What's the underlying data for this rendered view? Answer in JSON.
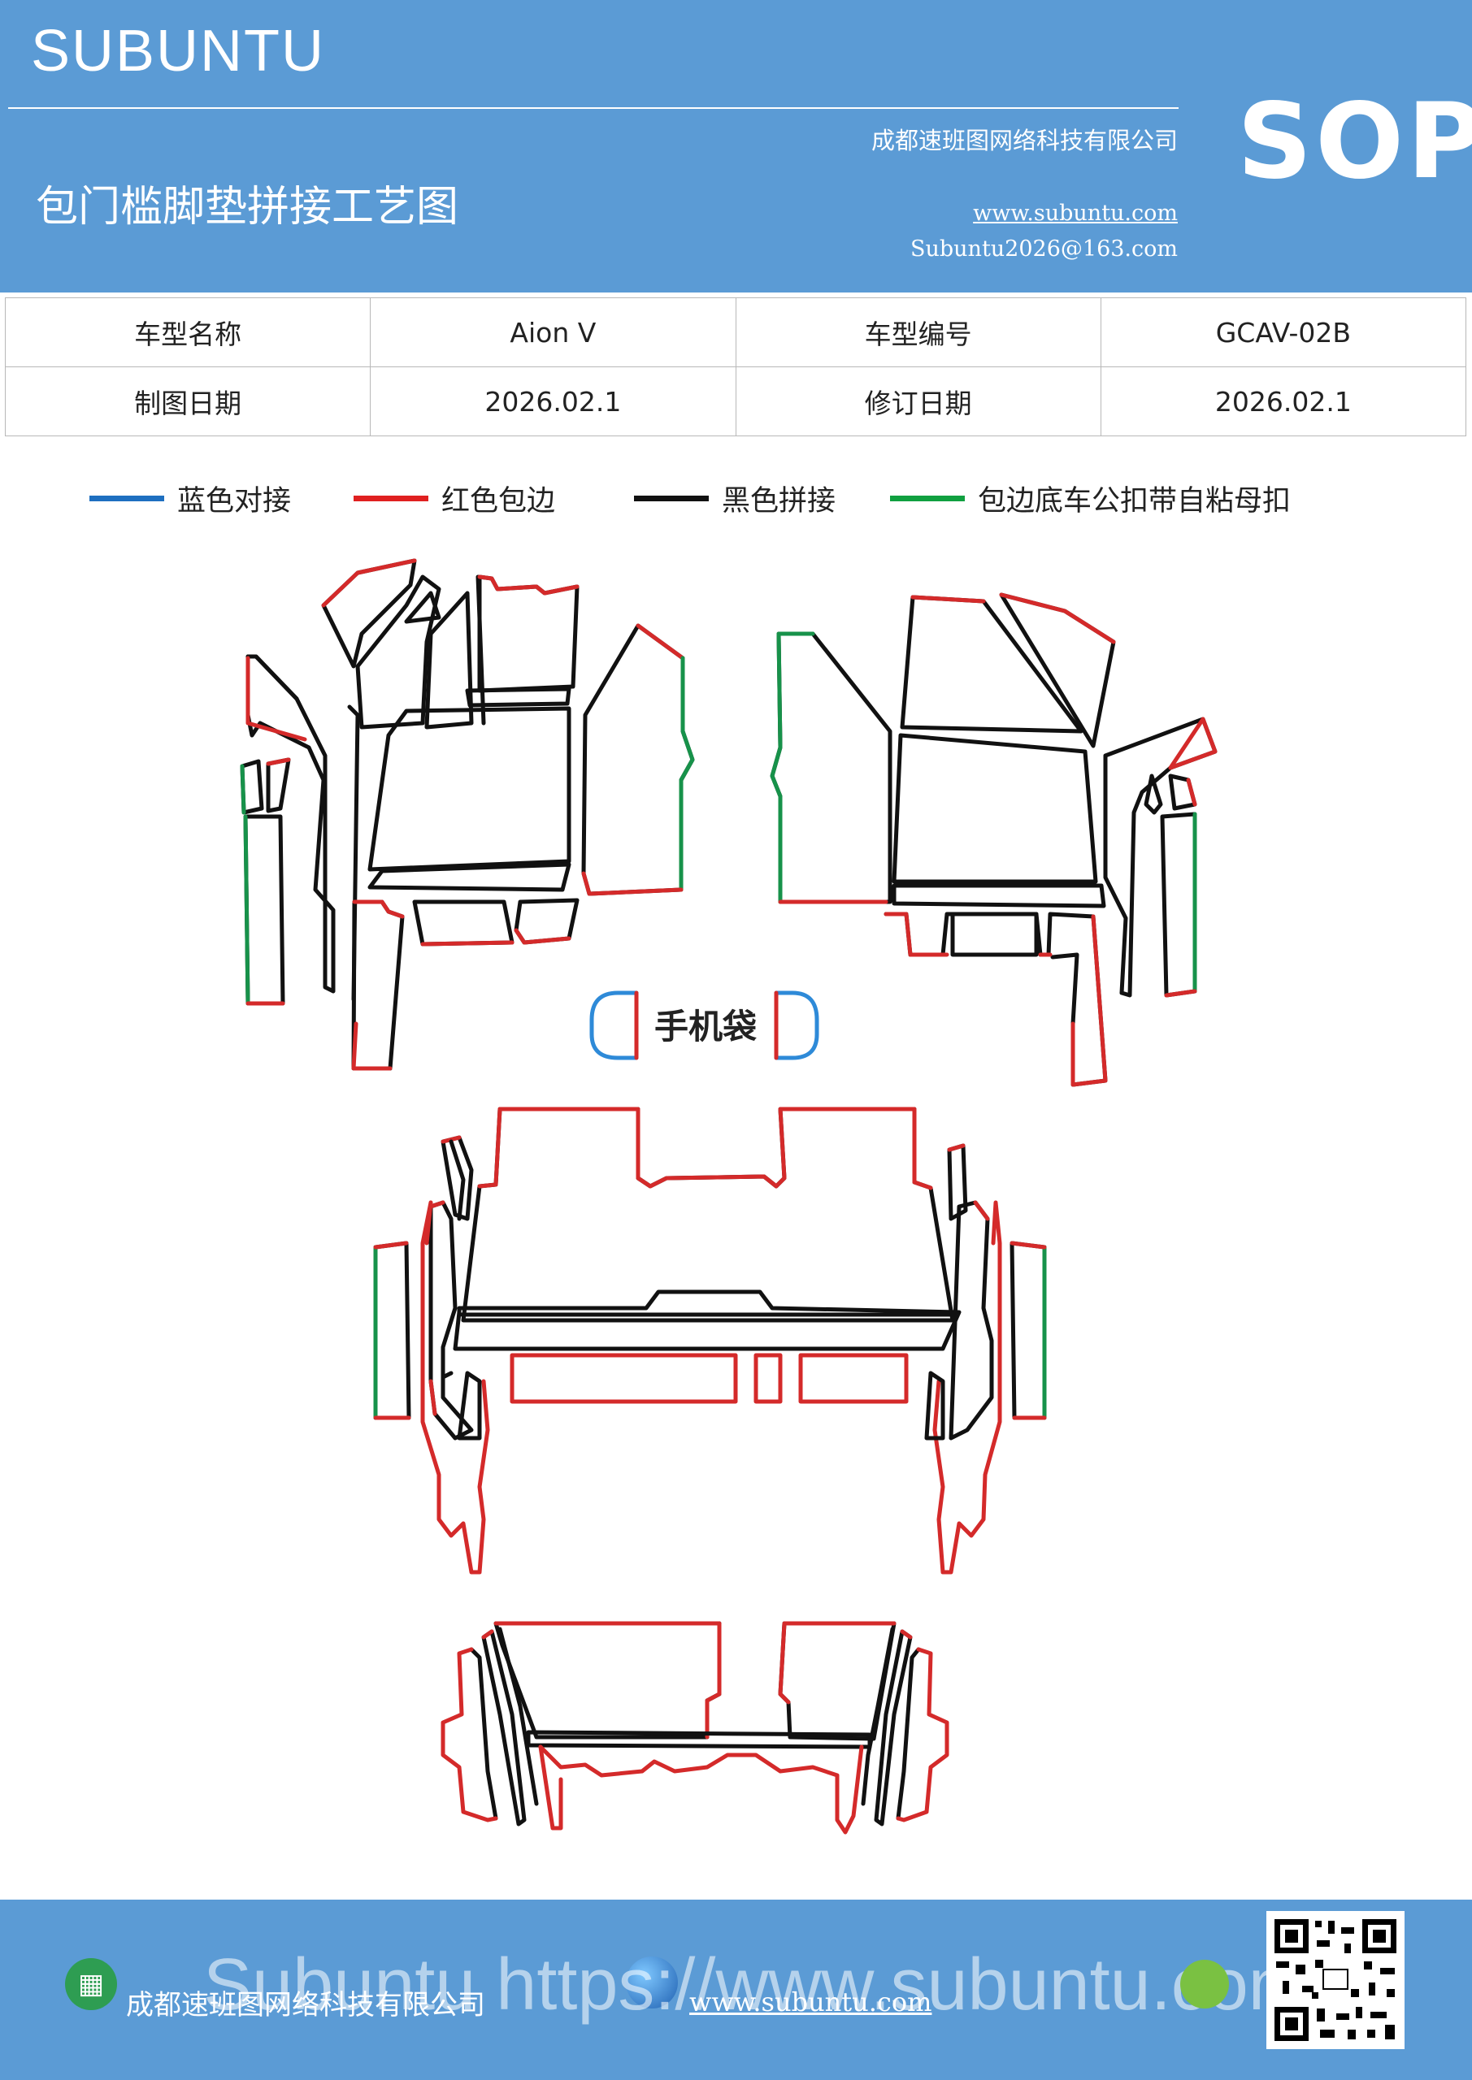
{
  "header": {
    "brand": "SUBUNTU",
    "title": "包门槛脚垫拼接工艺图",
    "company": "成都速班图网络科技有限公司",
    "website": "www.subuntu.com",
    "email": "Subuntu2026@163.com",
    "badge": "SOP"
  },
  "info_table": {
    "rows": [
      {
        "label1": "车型名称",
        "value1": "Aion  V",
        "label2": "车型编号",
        "value2": "GCAV-02B"
      },
      {
        "label1": "制图日期",
        "value1": "2026.02.1",
        "label2": "修订日期",
        "value2": "2026.02.1"
      }
    ]
  },
  "legend": [
    {
      "label": "蓝色对接",
      "color": "#1e6fc0"
    },
    {
      "label": "红色包边",
      "color": "#e02020"
    },
    {
      "label": "黑色拼接",
      "color": "#111111"
    },
    {
      "label": "包边底车公扣带自粘母扣",
      "color": "#10a040"
    }
  ],
  "drawing": {
    "phone_pocket_label": "手机袋",
    "colors": {
      "red": "#d42a2a",
      "black": "#111111",
      "green": "#17924a",
      "blue": "#2e8ad8"
    }
  },
  "footer": {
    "company": "成都速班图网络科技有限公司",
    "website": "www.subuntu.com",
    "watermark": "Subuntu  https://www.subuntu.com"
  }
}
